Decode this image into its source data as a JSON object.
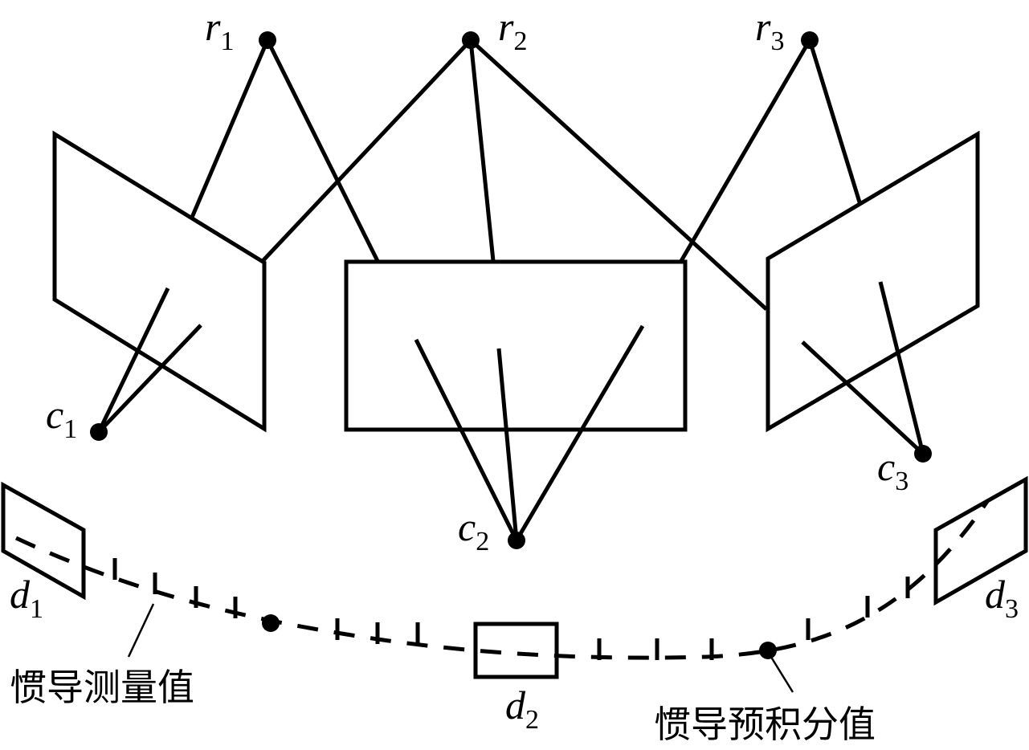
{
  "landmarks": [
    {
      "main": "r",
      "sub": "1"
    },
    {
      "main": "r",
      "sub": "2"
    },
    {
      "main": "r",
      "sub": "3"
    }
  ],
  "cameras": [
    {
      "main": "c",
      "sub": "1"
    },
    {
      "main": "c",
      "sub": "2"
    },
    {
      "main": "c",
      "sub": "3"
    }
  ],
  "imu_frames": [
    {
      "main": "d",
      "sub": "1"
    },
    {
      "main": "d",
      "sub": "2"
    },
    {
      "main": "d",
      "sub": "3"
    }
  ],
  "annotations": {
    "imu_measurement": "惯导测量值",
    "imu_preintegration": "惯导预积分值"
  }
}
